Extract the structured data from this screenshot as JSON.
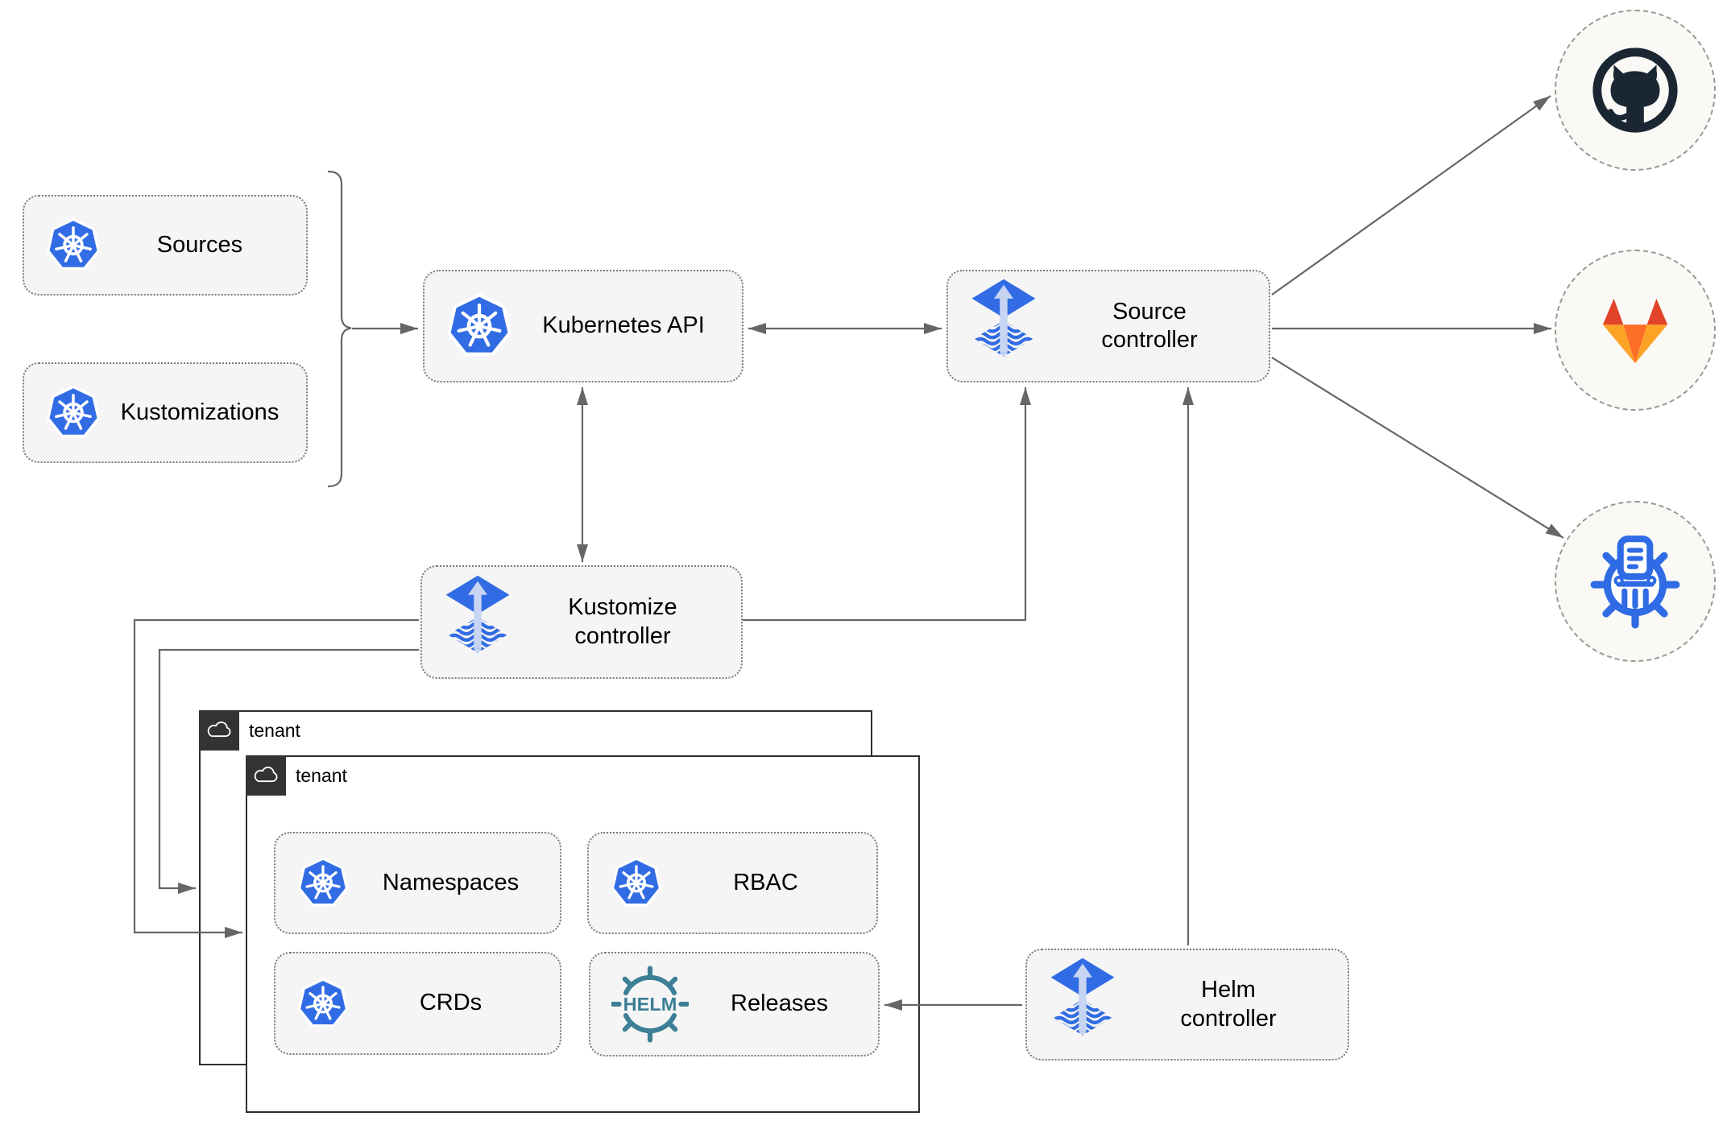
{
  "nodes": {
    "sources": {
      "label": "Sources",
      "icon": "kubernetes-icon"
    },
    "kustomizations": {
      "label": "Kustomizations",
      "icon": "kubernetes-icon"
    },
    "kubernetes_api": {
      "label": "Kubernetes API",
      "icon": "kubernetes-icon"
    },
    "source_controller": {
      "label": "Source controller",
      "icon": "flux-icon"
    },
    "kustomize_controller": {
      "label": "Kustomize controller",
      "icon": "flux-icon"
    },
    "helm_controller": {
      "label": "Helm controller",
      "icon": "flux-icon"
    },
    "namespaces": {
      "label": "Namespaces",
      "icon": "kubernetes-icon"
    },
    "rbac": {
      "label": "RBAC",
      "icon": "kubernetes-icon"
    },
    "crds": {
      "label": "CRDs",
      "icon": "kubernetes-icon"
    },
    "releases": {
      "label": "Releases",
      "icon": "helm-icon"
    }
  },
  "groups": {
    "tenant_back": {
      "label": "tenant",
      "icon": "cloud-icon"
    },
    "tenant_front": {
      "label": "tenant",
      "icon": "cloud-icon"
    }
  },
  "remotes": {
    "github": {
      "icon": "github-icon"
    },
    "gitlab": {
      "icon": "gitlab-icon"
    },
    "helm_repository": {
      "icon": "helm-repository-icon"
    }
  },
  "edges": [
    {
      "from": "sources+kustomizations",
      "to": "kubernetes_api",
      "style": "arrow"
    },
    {
      "from": "kubernetes_api",
      "to": "source_controller",
      "style": "double-arrow"
    },
    {
      "from": "kubernetes_api",
      "to": "kustomize_controller",
      "style": "double-arrow"
    },
    {
      "from": "kustomize_controller",
      "to": "source_controller",
      "style": "arrow"
    },
    {
      "from": "kustomize_controller",
      "to": "tenant_front",
      "style": "arrow"
    },
    {
      "from": "kustomize_controller",
      "to": "tenant_back",
      "style": "arrow"
    },
    {
      "from": "helm_controller",
      "to": "source_controller",
      "style": "arrow"
    },
    {
      "from": "helm_controller",
      "to": "releases",
      "style": "arrow"
    },
    {
      "from": "source_controller",
      "to": "github",
      "style": "arrow"
    },
    {
      "from": "source_controller",
      "to": "gitlab",
      "style": "arrow"
    },
    {
      "from": "source_controller",
      "to": "helm_repository",
      "style": "arrow"
    }
  ],
  "colors": {
    "kubernetes_blue": "#326CE5",
    "flux_blue": "#316CE4",
    "flux_arrow_light": "#C7D5F3",
    "helm_teal": "#3C7F96",
    "github_dark": "#1B2633",
    "gitlab_red": "#E24329",
    "gitlab_orange": "#FC6D26",
    "gitlab_light_orange": "#FCA326",
    "helm_repo_blue": "#2F6BE4",
    "line_gray": "#666666",
    "node_fill": "#F5F5F5",
    "tenant_tab": "#333333"
  }
}
